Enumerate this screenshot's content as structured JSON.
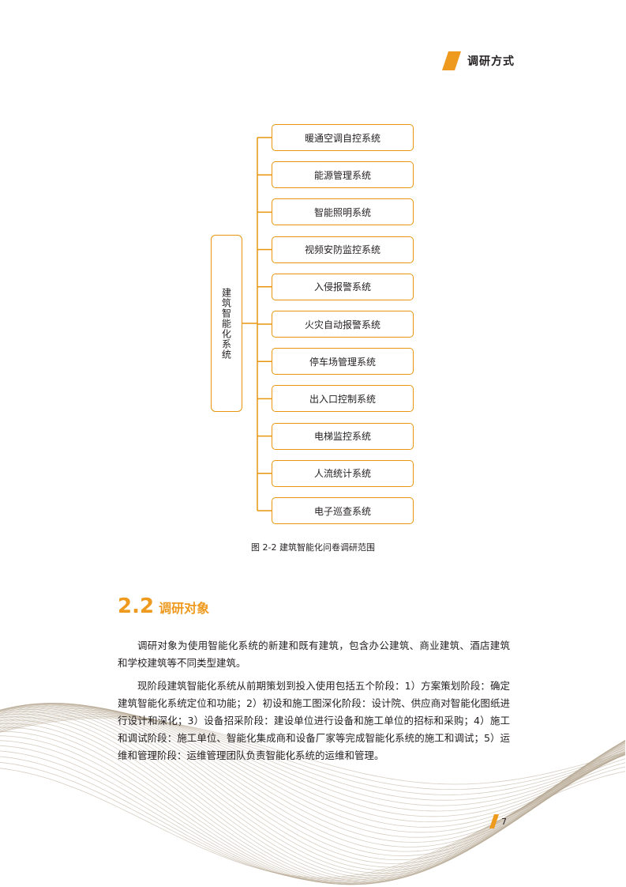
{
  "header": {
    "title": "调研方式"
  },
  "figure": {
    "root": "建筑智能化系统",
    "systems": [
      "暖通空调自控系统",
      "能源管理系统",
      "智能照明系统",
      "视频安防监控系统",
      "入侵报警系统",
      "火灾自动报警系统",
      "停车场管理系统",
      "出入口控制系统",
      "电梯监控系统",
      "人流统计系统",
      "电子巡查系统"
    ],
    "caption": "图 2-2 建筑智能化问卷调研范围"
  },
  "section": {
    "number": "2.2",
    "title": "调研对象"
  },
  "paragraphs": [
    "调研对象为使用智能化系统的新建和既有建筑，包含办公建筑、商业建筑、酒店建筑和学校建筑等不同类型建筑。",
    "现阶段建筑智能化系统从前期策划到投入使用包括五个阶段：1）方案策划阶段：确定建筑智能化系统定位和功能；2）初设和施工图深化阶段：设计院、供应商对智能化图纸进行设计和深化；3）设备招采阶段：建设单位进行设备和施工单位的招标和采购；4）施工和调试阶段：施工单位、智能化集成商和设备厂家等完成智能化系统的施工和调试；5）运维和管理阶段：运维管理团队负责智能化系统的运维和管理。"
  ],
  "footer": {
    "page_number": "7"
  },
  "colors": {
    "accent": "#ee9a1e",
    "box_border": "#e8960e",
    "wave": "#b5a690"
  }
}
